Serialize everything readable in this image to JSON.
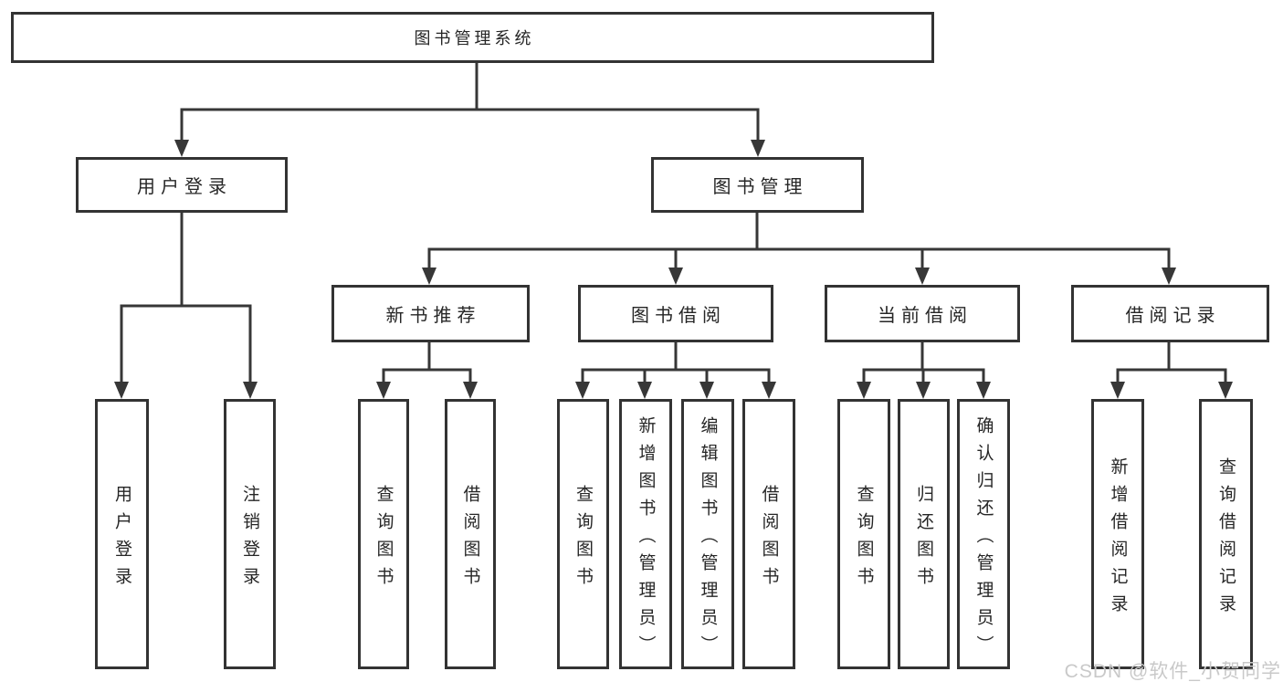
{
  "tree": {
    "root": {
      "label": "图书管理系统"
    },
    "branches": [
      {
        "label": "用户登录",
        "children": [
          {
            "label": "用户登录"
          },
          {
            "label": "注销登录"
          }
        ]
      },
      {
        "label": "图书管理",
        "children": [
          {
            "label": "新书推荐",
            "children": [
              {
                "label": "查询图书"
              },
              {
                "label": "借阅图书"
              }
            ]
          },
          {
            "label": "图书借阅",
            "children": [
              {
                "label": "查询图书"
              },
              {
                "label": "新增图书（管理员）"
              },
              {
                "label": "编辑图书（管理员）"
              },
              {
                "label": "借阅图书"
              }
            ]
          },
          {
            "label": "当前借阅",
            "children": [
              {
                "label": "查询图书"
              },
              {
                "label": "归还图书"
              },
              {
                "label": "确认归还（管理员）"
              }
            ]
          },
          {
            "label": "借阅记录",
            "children": [
              {
                "label": "新增借阅记录"
              },
              {
                "label": "查询借阅记录"
              }
            ]
          }
        ]
      }
    ]
  },
  "watermark": "CSDN @软件_小贺同学",
  "colors": {
    "line": "#373737",
    "box_border": "#333333",
    "box_fill": "#ffffff",
    "text": "#262626",
    "watermark_text": "#c9c9c9"
  }
}
